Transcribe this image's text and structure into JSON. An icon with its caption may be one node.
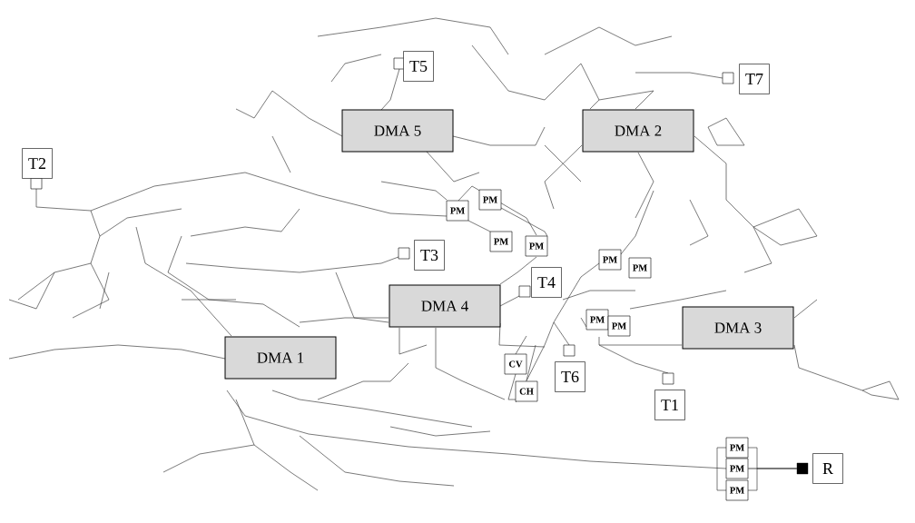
{
  "diagram": {
    "nodes": [
      {
        "text": [],
        "shape": "box",
        "beside": [
          "T5"
        ]
      },
      {
        "text": [],
        "shape": "box",
        "beside": [
          "T7"
        ]
      },
      {
        "text": [
          "DMA 5"
        ]
      },
      {
        "text": [
          "DMA 2"
        ]
      },
      {
        "text": [],
        "shape": "box",
        "beside": [
          "T2"
        ]
      },
      {
        "text": [
          "PM"
        ]
      },
      {
        "text": [
          "PM"
        ]
      },
      {
        "text": [
          "PM"
        ]
      },
      {
        "text": [
          "PM"
        ]
      },
      {
        "text": [],
        "shape": "box",
        "beside": [
          "T3"
        ]
      },
      {
        "text": [
          "PM"
        ]
      },
      {
        "text": [
          "PM"
        ]
      },
      {
        "text": [],
        "shape": "box",
        "beside": [
          "T4"
        ]
      },
      {
        "text": [
          "DMA 4"
        ]
      },
      {
        "text": [
          "PM"
        ]
      },
      {
        "text": [
          "PM"
        ]
      },
      {
        "text": [
          "DMA 3"
        ]
      },
      {
        "text": [
          "DMA 1"
        ]
      },
      {
        "text": [],
        "shape": "box",
        "beside": [
          "T6"
        ]
      },
      {
        "text": [
          "CV"
        ]
      },
      {
        "text": [],
        "shape": "box",
        "beside": [
          "T1"
        ]
      },
      {
        "text": [
          "CH"
        ]
      },
      {
        "text": [
          "PM"
        ]
      },
      {
        "text": [
          "PM"
        ]
      },
      {
        "text": [
          "PM"
        ]
      },
      {
        "text": [],
        "shape": "square",
        "beside": [
          "R"
        ]
      }
    ],
    "edges": [
      {
        "from": 23,
        "to": 25,
        "arrow": "none"
      }
    ]
  }
}
